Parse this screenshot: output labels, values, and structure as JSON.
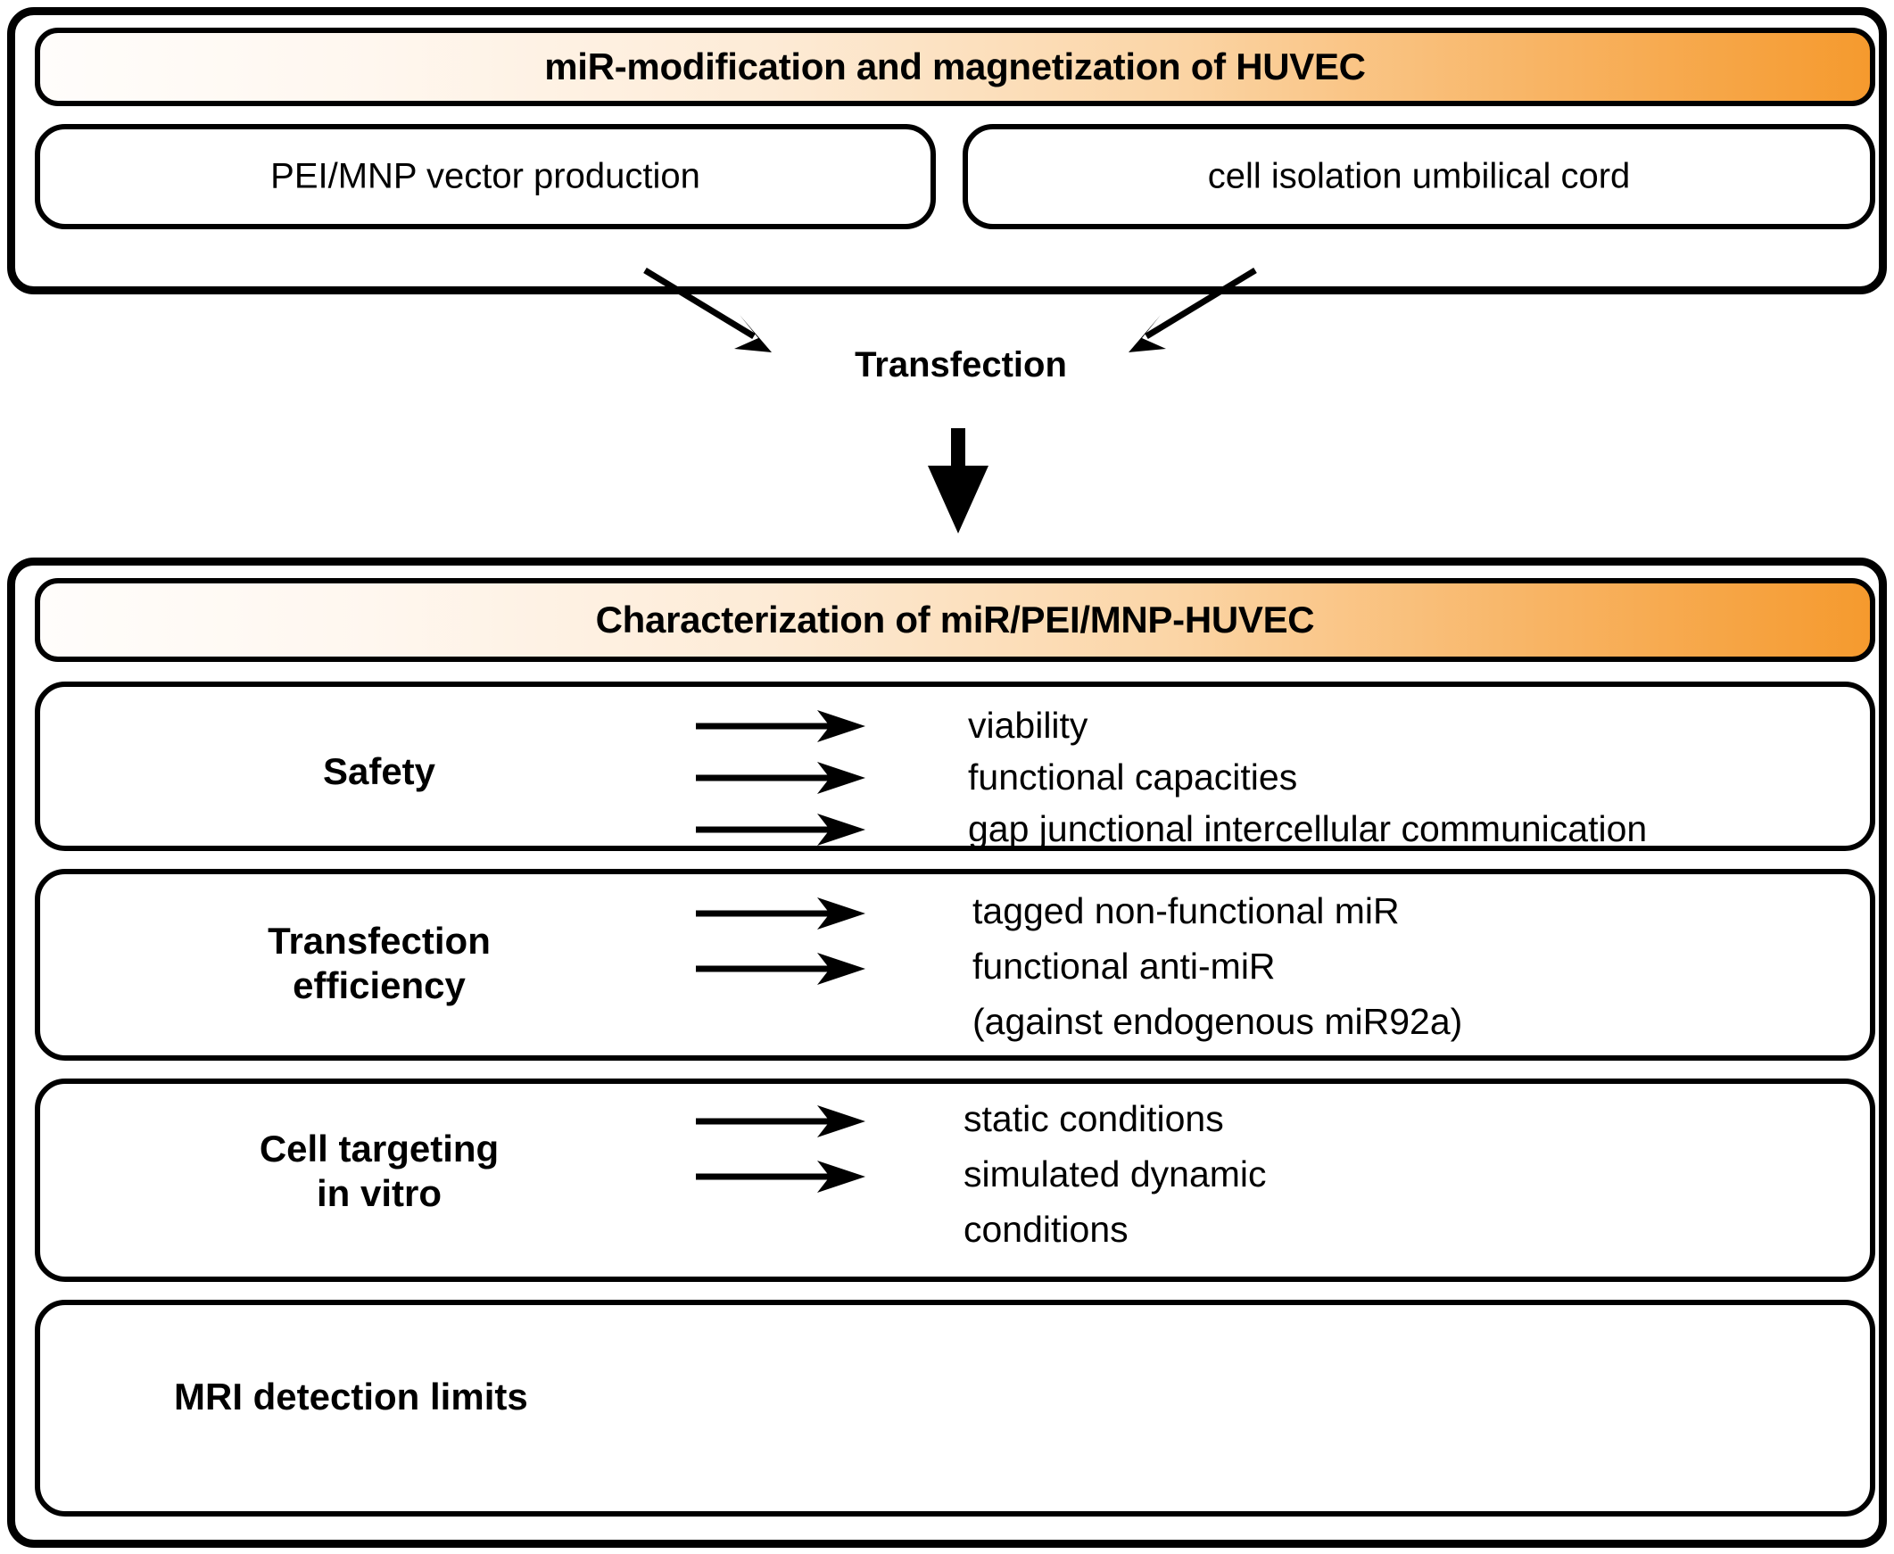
{
  "diagram": {
    "title": "miR-modification and magnetization of HUVEC workflow",
    "accent_color": "#f59a2e",
    "line_color": "#000000",
    "background": "#ffffff"
  },
  "top_panel": {
    "header": "miR-modification and magnetization of HUVEC",
    "boxes": [
      {
        "label": "PEI/MNP vector production"
      },
      {
        "label": "cell isolation umbilical cord"
      }
    ],
    "merge_label": "Transfection"
  },
  "bottom_panel": {
    "header": "Characterization of miR/PEI/MNP-HUVEC",
    "rows": [
      {
        "label": "Safety",
        "items": [
          "viability",
          "functional capacities",
          "gap junctional intercellular communication"
        ]
      },
      {
        "label": "Transfection\nefficiency",
        "items": [
          "tagged non-functional miR",
          "functional anti-miR",
          "(against endogenous miR92a)"
        ]
      },
      {
        "label": "Cell targeting\nin vitro",
        "items": [
          "static conditions",
          "simulated dynamic",
          "conditions"
        ]
      },
      {
        "label": "MRI detection limits",
        "items": []
      }
    ]
  }
}
